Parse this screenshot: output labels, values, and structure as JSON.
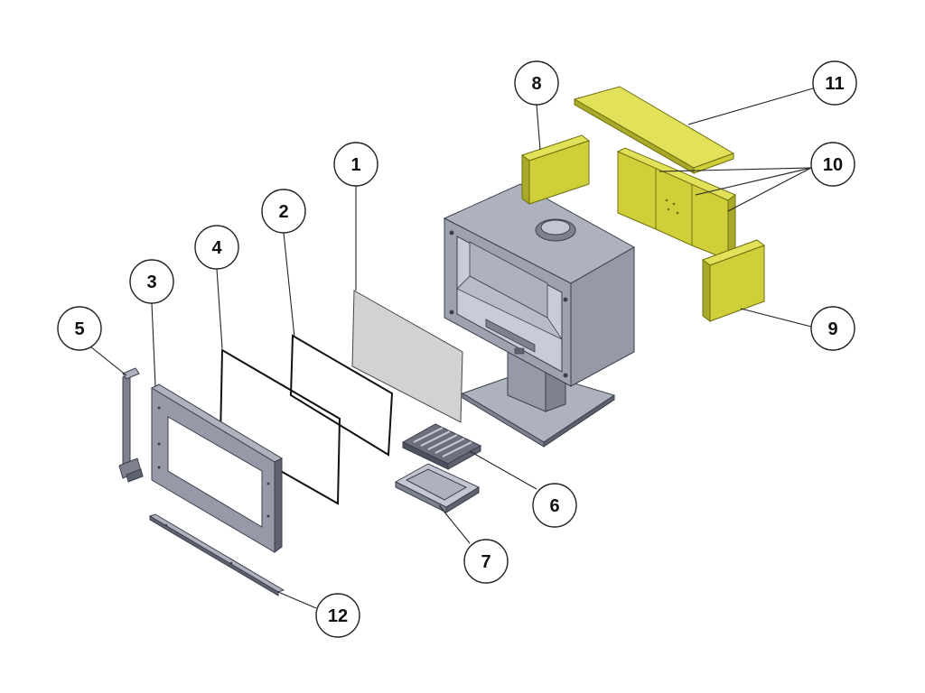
{
  "colors": {
    "steel_light": "#aeb2bf",
    "steel_mid": "#969aa8",
    "steel_dark": "#7d8190",
    "steel_shadow": "#5e6270",
    "brick_light": "#e2e25a",
    "brick_mid": "#cfcf3a",
    "brick_dark": "#a9a92a",
    "glass": "#d2d2d2",
    "outline": "#222222"
  },
  "callouts": [
    {
      "id": "c1",
      "label": "1"
    },
    {
      "id": "c2",
      "label": "2"
    },
    {
      "id": "c3",
      "label": "3"
    },
    {
      "id": "c4",
      "label": "4"
    },
    {
      "id": "c5",
      "label": "5"
    },
    {
      "id": "c6",
      "label": "6"
    },
    {
      "id": "c7",
      "label": "7"
    },
    {
      "id": "c8",
      "label": "8"
    },
    {
      "id": "c9",
      "label": "9"
    },
    {
      "id": "c10",
      "label": "10"
    },
    {
      "id": "c11",
      "label": "11"
    },
    {
      "id": "c12",
      "label": "12"
    }
  ]
}
